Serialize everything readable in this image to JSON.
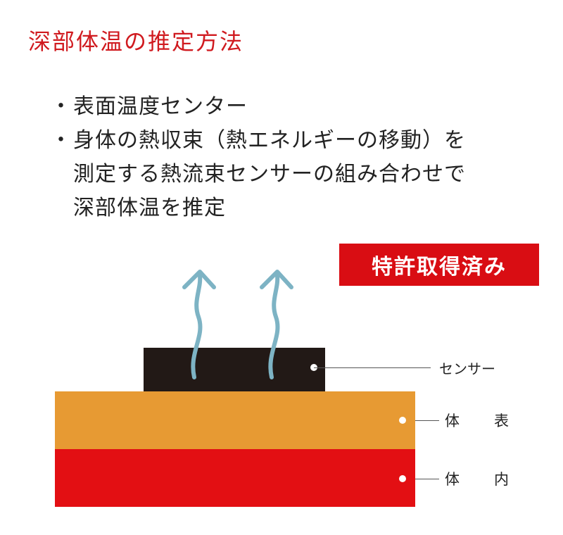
{
  "title": "深部体温の推定方法",
  "bullets": [
    {
      "marker": "・",
      "lines": [
        "表面温度センター"
      ]
    },
    {
      "marker": "・",
      "lines": [
        "身体の熱収束（熱エネルギーの移動）を",
        "測定する熱流束センサーの組み合わせで",
        "深部体温を推定"
      ]
    }
  ],
  "badge": "特許取得済み",
  "labels": {
    "sensor": "センサー",
    "body_surface": "体　表",
    "body_inner": "体　内"
  },
  "colors": {
    "title": "#d01a1f",
    "badge": "#d90d13",
    "sensor": "#221916",
    "body_surface": "#e79a33",
    "body_inner": "#e30f13",
    "arrow": "#7db3c4"
  },
  "icons": {
    "heat_flow": "wavy-up-arrow-icon"
  }
}
